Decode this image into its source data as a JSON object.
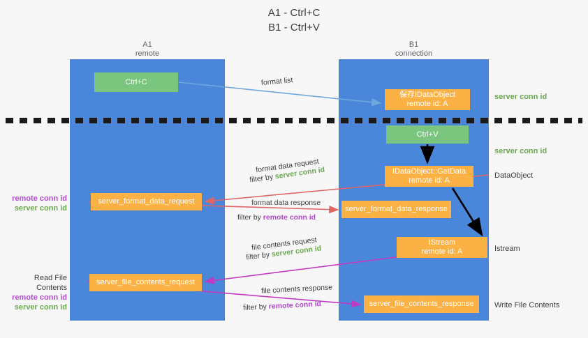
{
  "title": {
    "line1": "A1 - Ctrl+C",
    "line2": "B1 - Ctrl+V"
  },
  "columns": {
    "a": {
      "name": "A1",
      "sub": "remote"
    },
    "b": {
      "name": "B1",
      "sub": "connection"
    }
  },
  "boxes": {
    "ctrl_c": {
      "label": "Ctrl+C",
      "color": "#7bc67e"
    },
    "save_idataobject": {
      "line1": "保存IDataObject",
      "line2": "remote id: A",
      "color": "#fbb143"
    },
    "ctrl_v": {
      "label": "Ctrl+V",
      "color": "#7bc67e"
    },
    "getdata": {
      "line1": "IDataObject::GetData",
      "line2": "remote id: A",
      "color": "#fbb143"
    },
    "istream": {
      "line1": "IStream",
      "line2": "remote id: A",
      "color": "#fbb143"
    },
    "server_format_data_request": {
      "label": "server_format_data_request",
      "color": "#fbb143"
    },
    "server_format_data_response": {
      "label": "server_format_data_response",
      "color": "#fbb143"
    },
    "server_file_contents_request": {
      "label": "server_file_contents_request",
      "color": "#fbb143"
    },
    "server_file_contents_response": {
      "label": "server_file_contents_response",
      "color": "#fbb143"
    }
  },
  "right_labels": {
    "server_conn_id_top": "server conn id",
    "server_conn_id_second": "server conn id",
    "dataobject": "DataObject",
    "istream": "Istream",
    "write_file_contents": "Write File Contents"
  },
  "left_labels": {
    "group1": {
      "remote": "remote conn id",
      "server": "server conn id"
    },
    "group2": {
      "heading": "Read File Contents",
      "remote": "remote conn id",
      "server": "server conn id"
    }
  },
  "arrow_labels": {
    "format_list": "format list",
    "format_data_request": "format data request",
    "format_data_request_filter_prefix": "filter by ",
    "format_data_request_filter_key": "server conn id",
    "format_data_response": "format data response",
    "format_data_response_filter_prefix": "filter by ",
    "format_data_response_filter_key": "remote conn id",
    "file_contents_request": "file contents request",
    "file_contents_request_filter_prefix": "filter by ",
    "file_contents_request_filter_key": "server conn id",
    "file_contents_response": "file contents response",
    "file_contents_response_filter_prefix": "filter by ",
    "file_contents_response_filter_key": "remote conn id"
  },
  "colors": {
    "lane": "#4a86d9",
    "green_box": "#7bc67e",
    "orange_box": "#fbb143",
    "server_conn_id": "#6aa84f",
    "remote_conn_id": "#b04bc9",
    "arrow_blue": "#6fa8dc",
    "arrow_red": "#e06666",
    "arrow_purple": "#c23ac2",
    "arrow_black": "#000000",
    "divider": "#1a1a1a",
    "background": "#f7f7f7"
  }
}
